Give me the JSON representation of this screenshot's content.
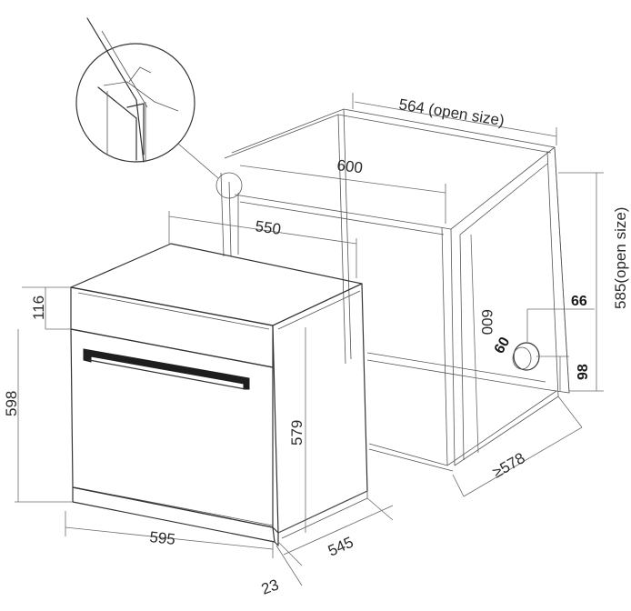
{
  "dimensions": {
    "cabinet_depth": "564 (open size)",
    "cabinet_width": "600",
    "oven_depth": "550",
    "control_panel_height": "116",
    "oven_height": "598",
    "front_height": "579",
    "oven_width": "595",
    "side_depth": "545",
    "door_thickness": "23",
    "cabinet_height": "585(open size)",
    "cabinet_inner_height": "600",
    "cable_offset": "66",
    "cable_hole_diameter": "60",
    "cable_height": "98",
    "min_depth": "≥578"
  }
}
